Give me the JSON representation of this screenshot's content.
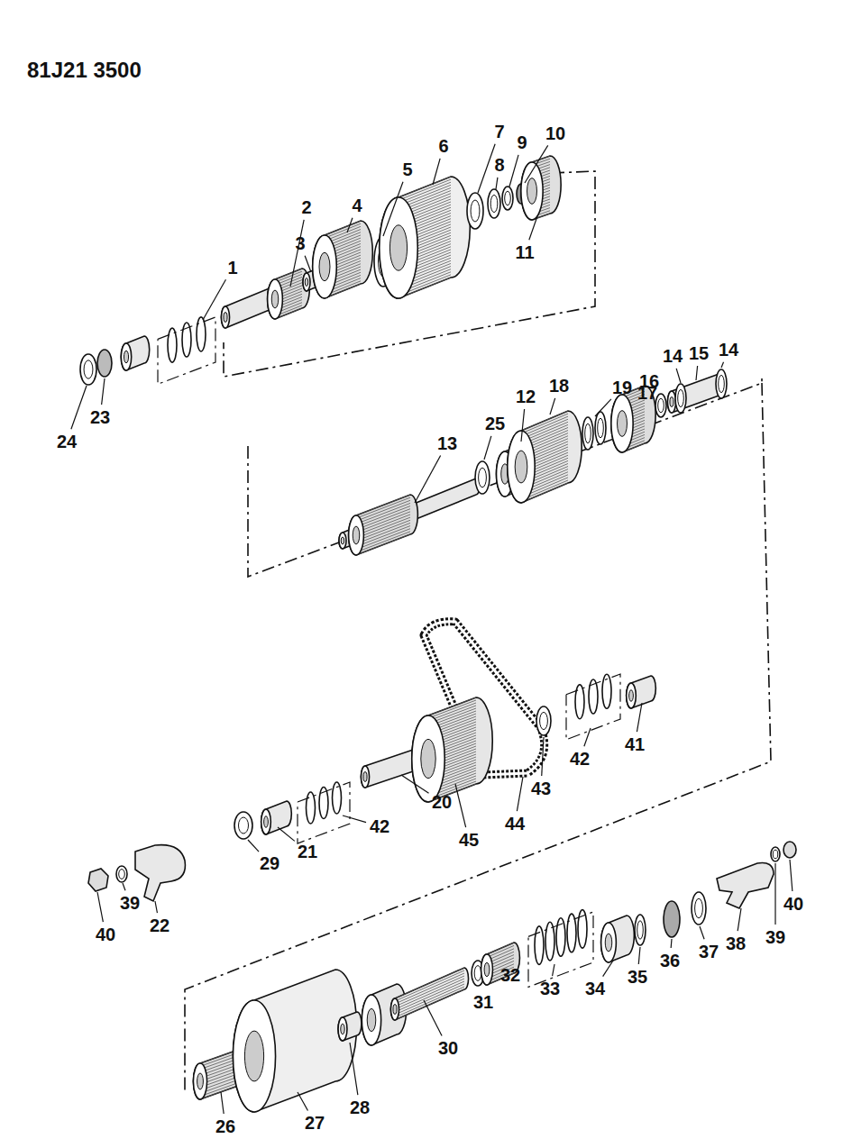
{
  "diagram": {
    "labels": [
      "81J21 3500",
      "1",
      "2",
      "3",
      "4",
      "5",
      "6",
      "7",
      "8",
      "9",
      "10",
      "11",
      "24",
      "23",
      "13",
      "25",
      "12",
      "18",
      "19",
      "17",
      "16",
      "14",
      "15",
      "14",
      "20",
      "45",
      "44",
      "43",
      "42",
      "41",
      "29",
      "21",
      "42",
      "40",
      "39",
      "22",
      "38",
      "39",
      "40",
      "37",
      "36",
      "35",
      "34",
      "33",
      "32",
      "31",
      "30",
      "28",
      "27",
      "26"
    ]
  }
}
